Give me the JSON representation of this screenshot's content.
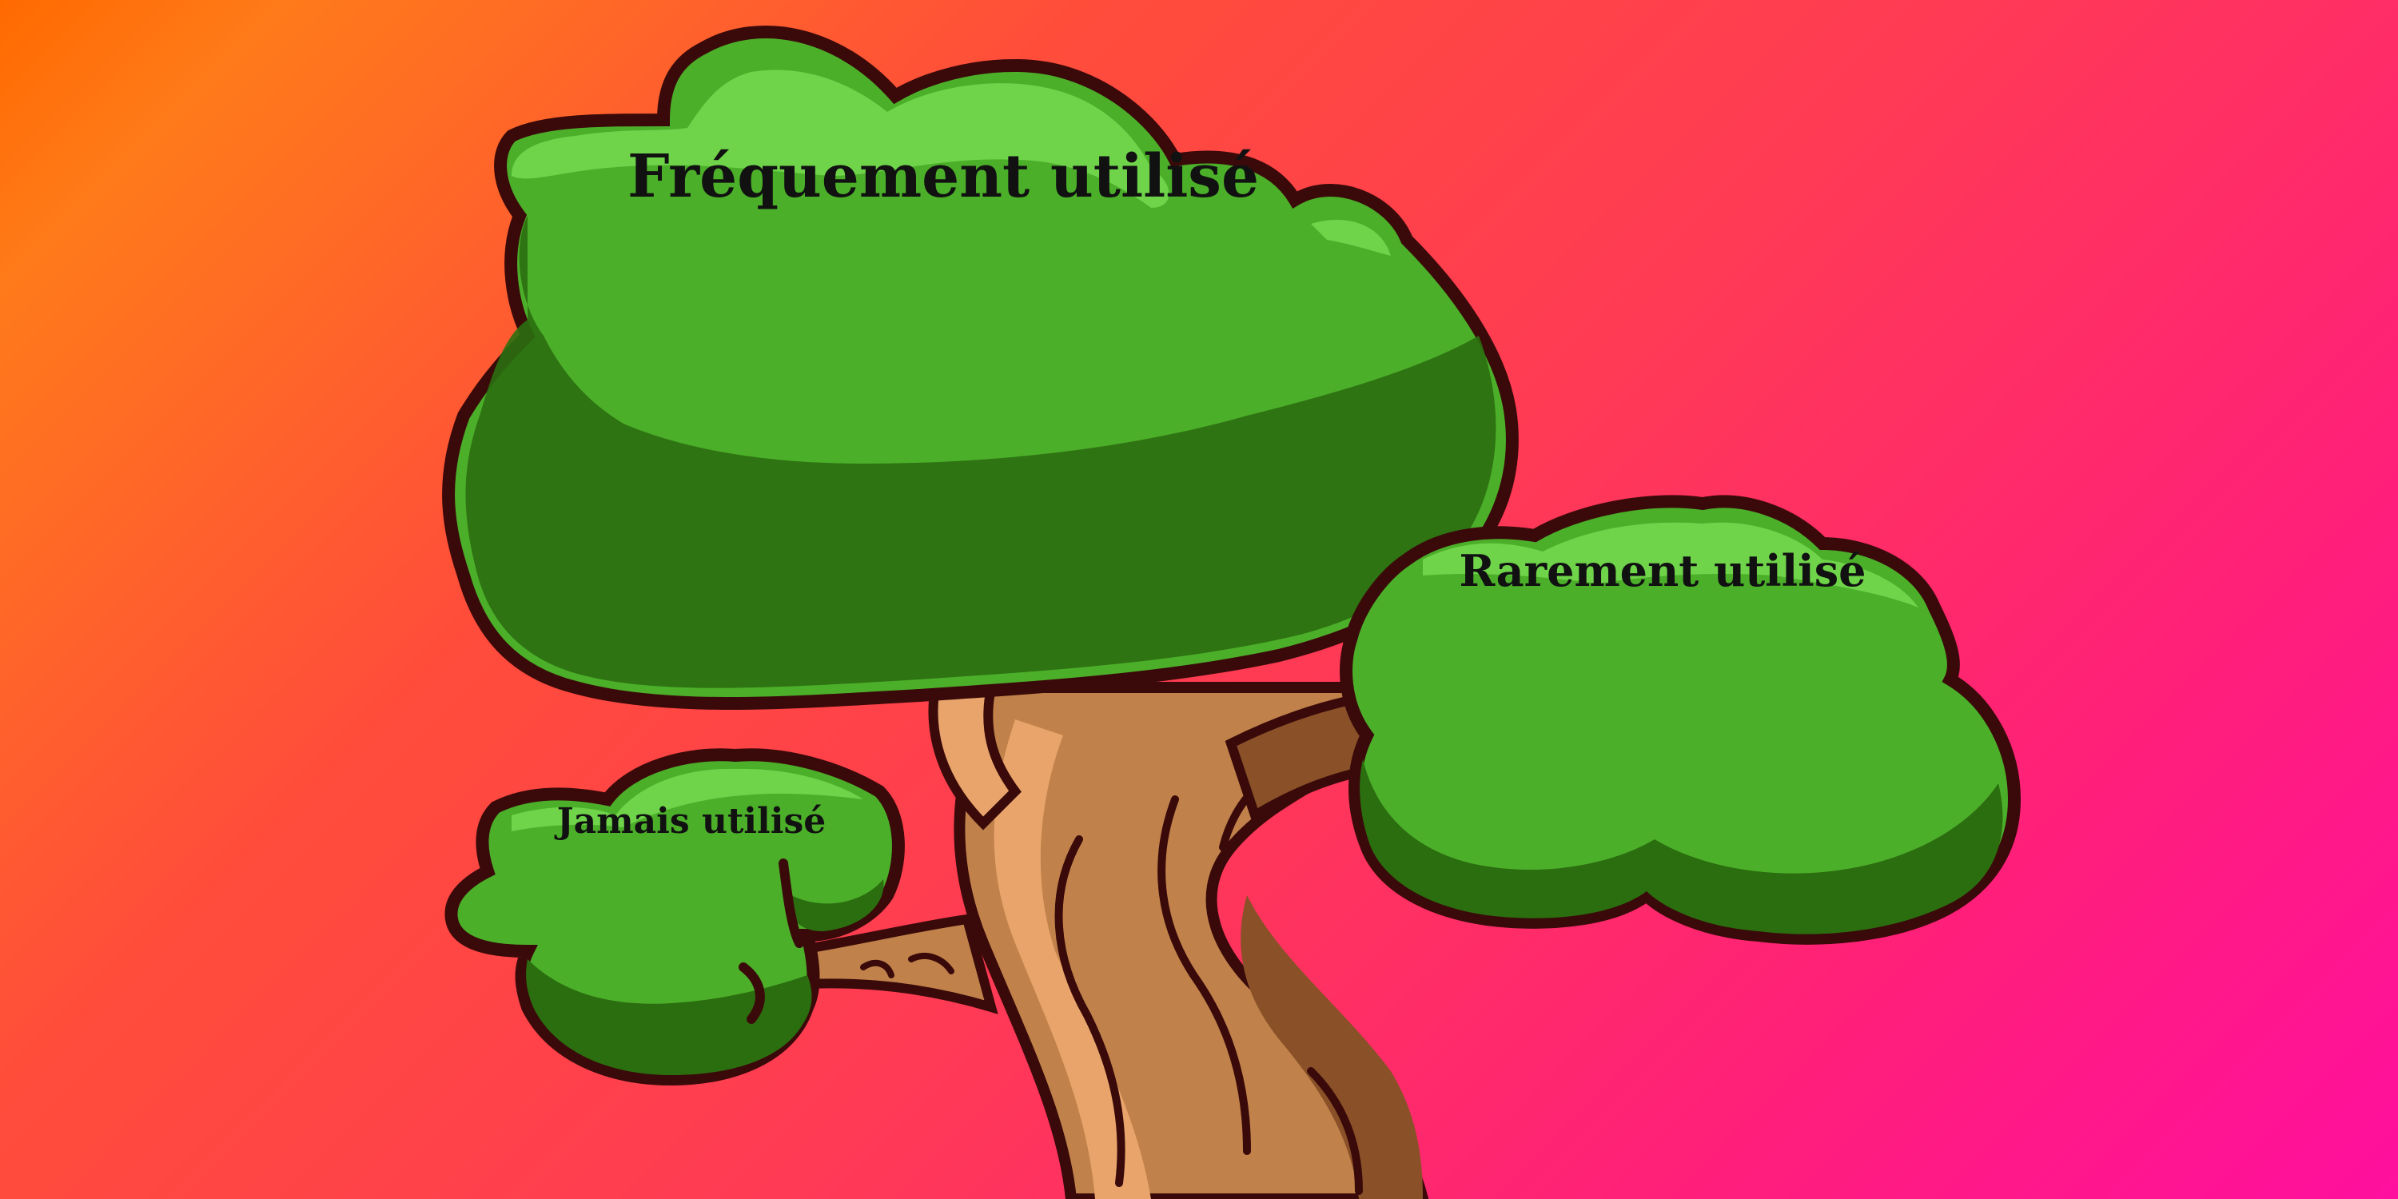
{
  "labels": {
    "frequent": "Fréquement utilisé",
    "rare": "Rarement utilisé",
    "never": "Jamais utilisé"
  },
  "colors": {
    "leaf_main": "#4caf2a",
    "leaf_highlight": "#6fd44a",
    "leaf_shadow": "#2b6e0f",
    "outline": "#3a0a0a",
    "trunk_main": "#c0824a",
    "trunk_light": "#e8a46a",
    "trunk_dark": "#8a5128"
  },
  "icons": {
    "tree": "tree-illustration"
  }
}
